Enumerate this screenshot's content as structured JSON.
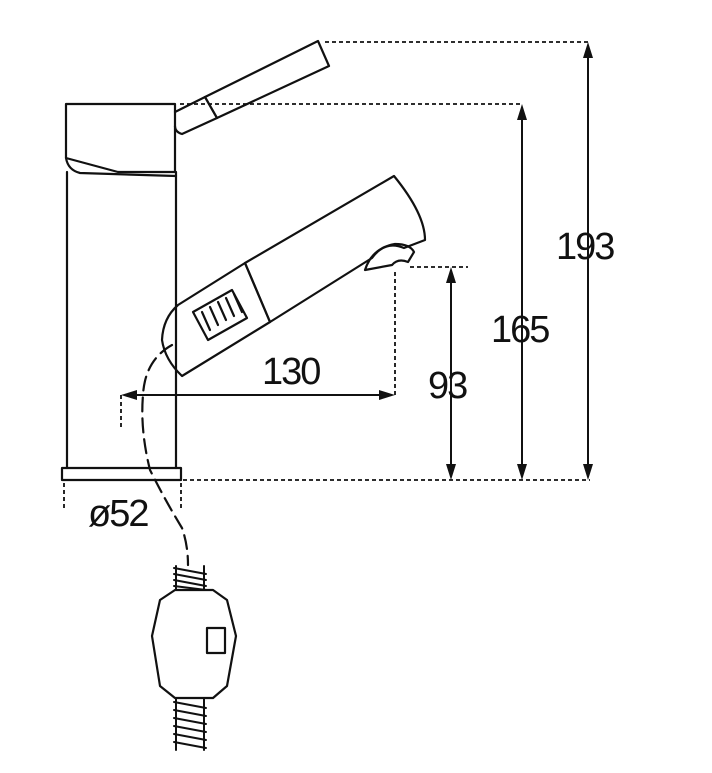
{
  "dimensions": {
    "total_height": "193",
    "spout_height": "165",
    "outlet_height": "93",
    "spout_reach": "130",
    "base_diameter": "ø52"
  },
  "colors": {
    "line": "#111111",
    "background": "#ffffff"
  }
}
